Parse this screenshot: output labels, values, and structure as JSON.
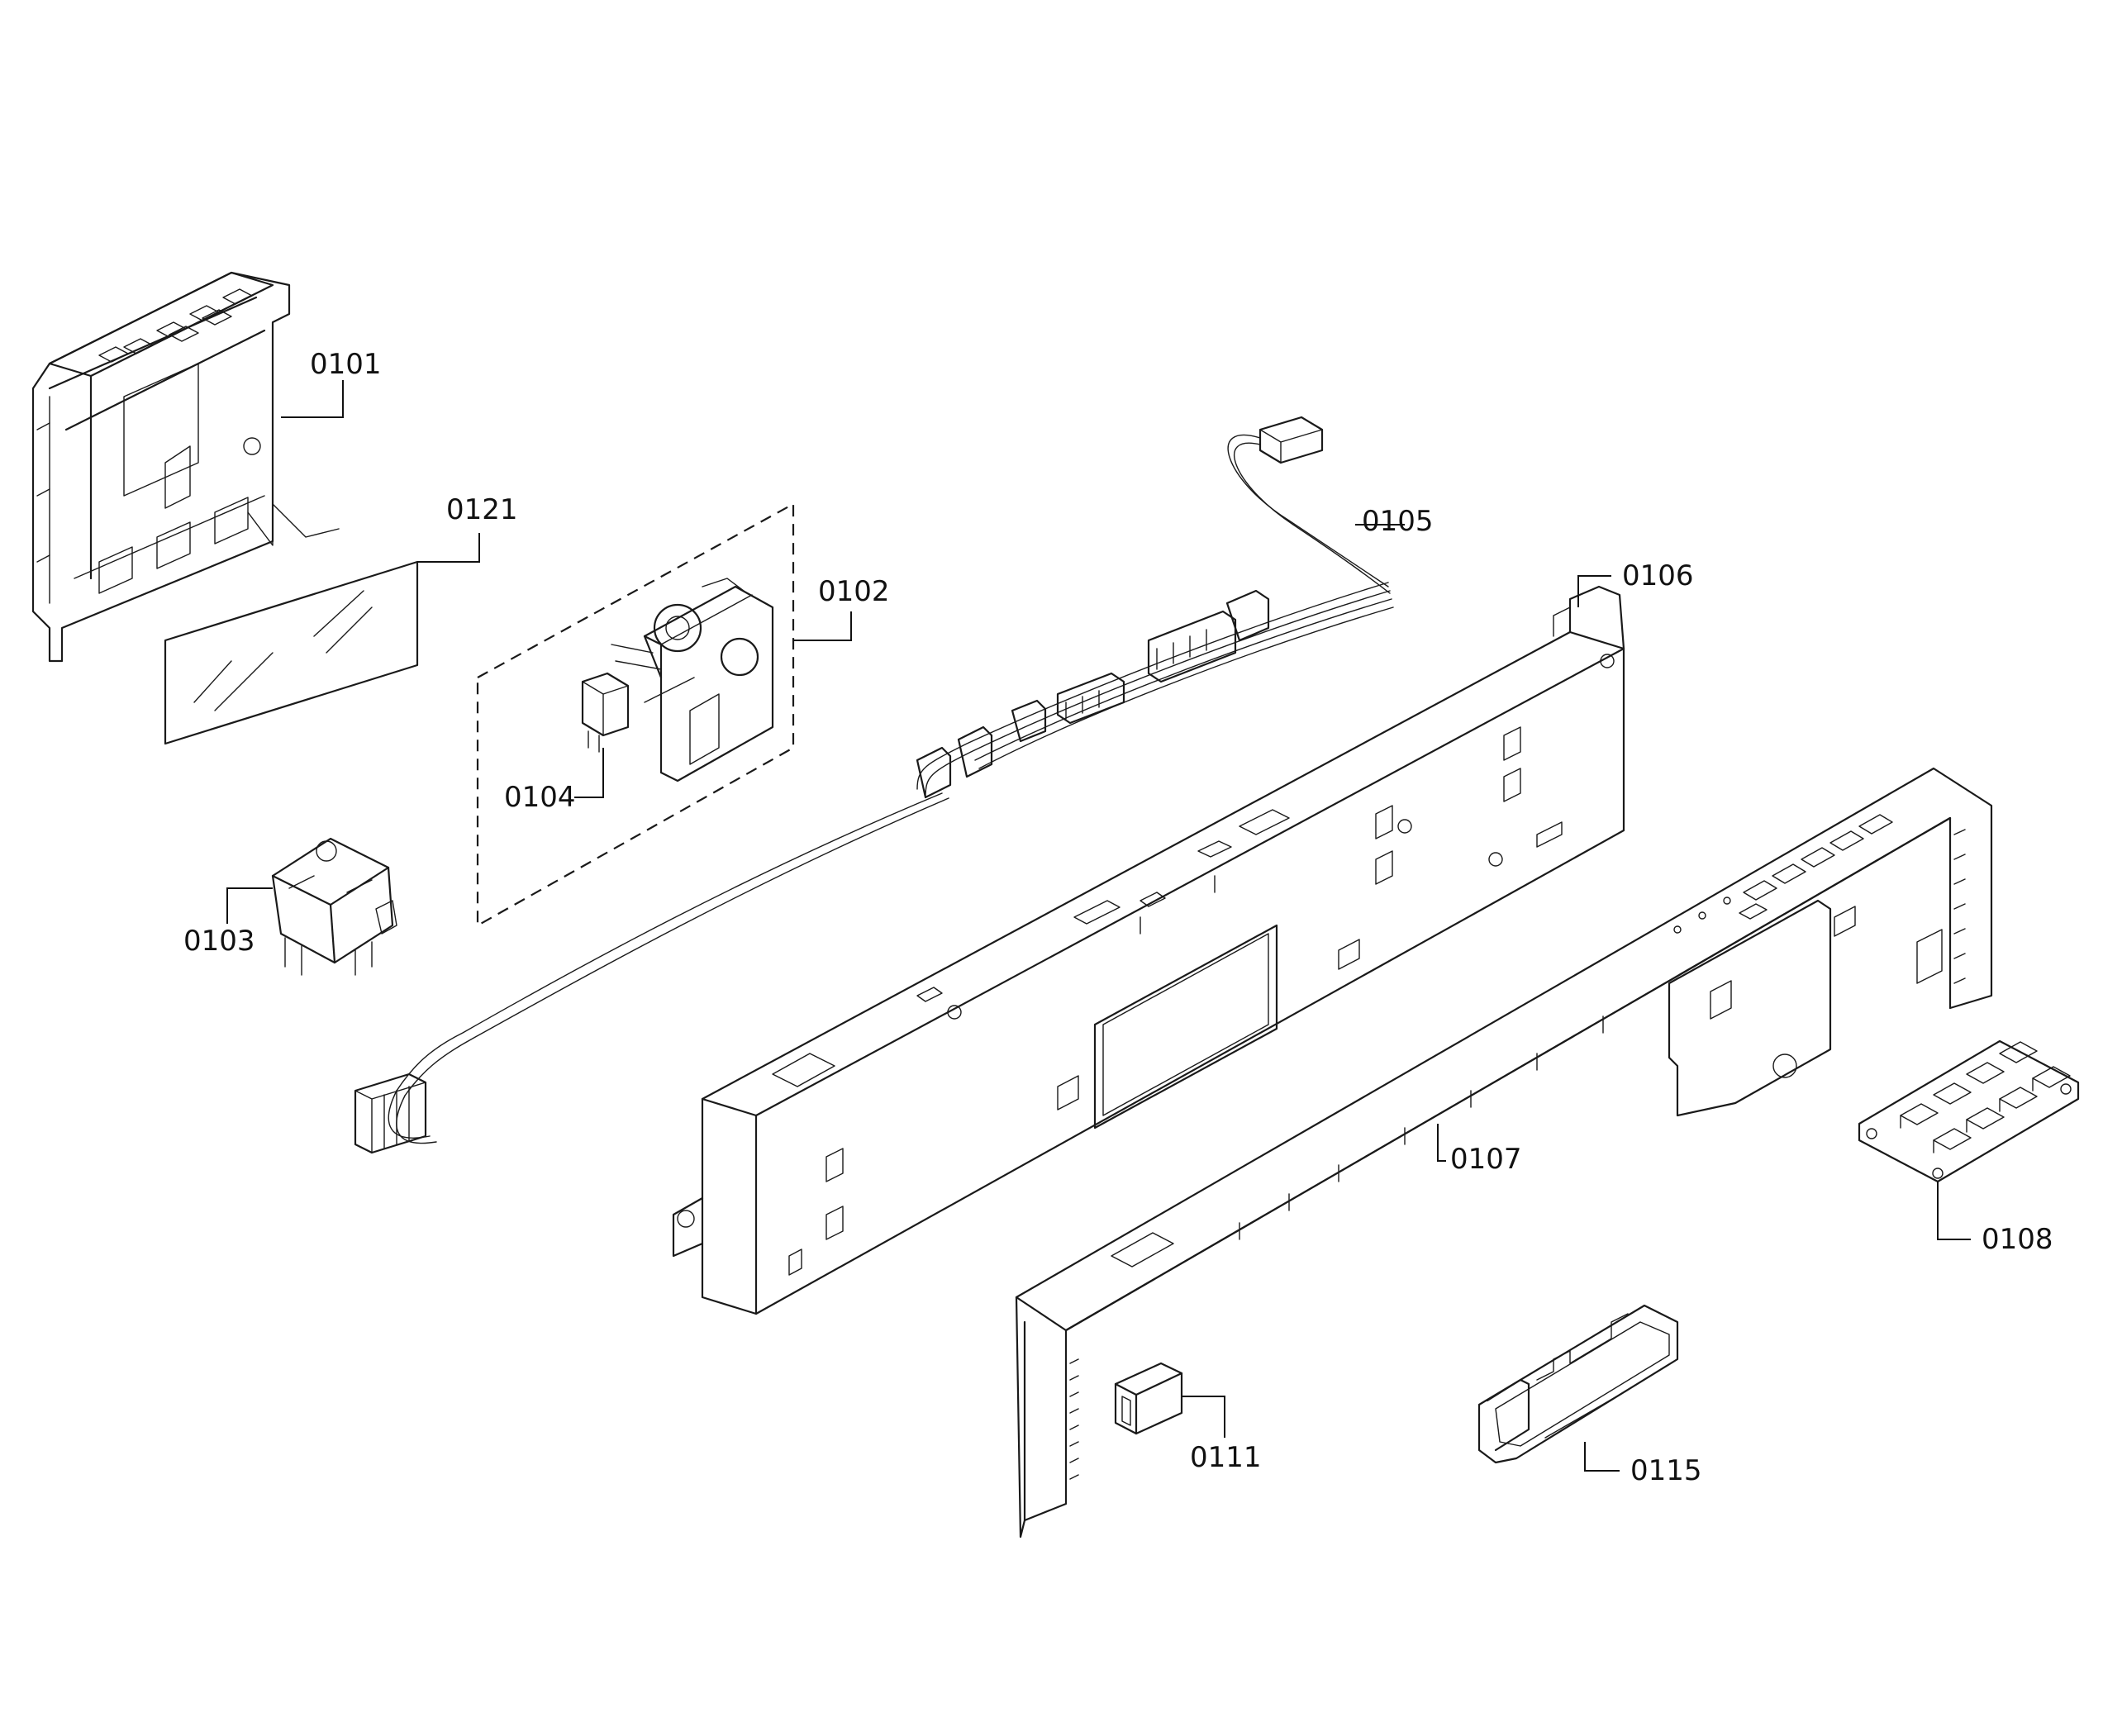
{
  "diagram": {
    "callouts": [
      {
        "id": "c0101",
        "text": "0101"
      },
      {
        "id": "c0121",
        "text": "0121"
      },
      {
        "id": "c0102",
        "text": "0102"
      },
      {
        "id": "c0104",
        "text": "0104"
      },
      {
        "id": "c0103",
        "text": "0103"
      },
      {
        "id": "c0105",
        "text": "0105"
      },
      {
        "id": "c0106",
        "text": "0106"
      },
      {
        "id": "c0107",
        "text": "0107"
      },
      {
        "id": "c0108",
        "text": "0108"
      },
      {
        "id": "c0111",
        "text": "0111"
      },
      {
        "id": "c0115",
        "text": "0115"
      }
    ]
  }
}
